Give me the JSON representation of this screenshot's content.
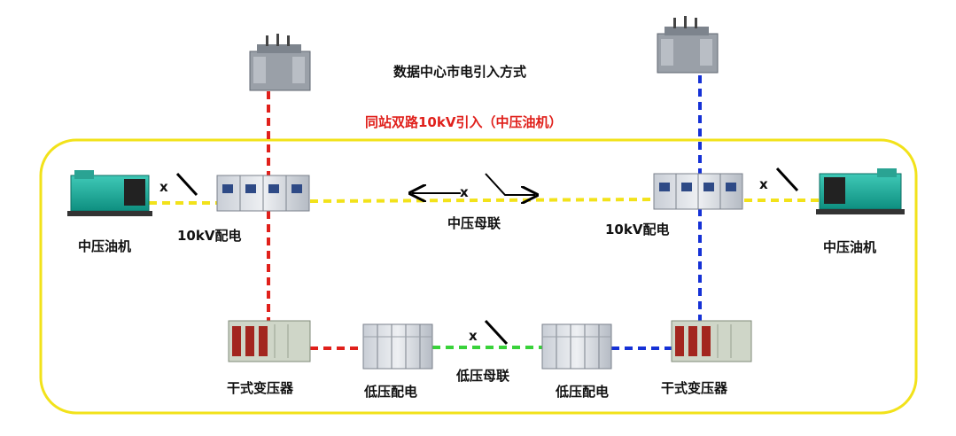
{
  "title": "数据中心市电引入方式",
  "subtitle": "同站双路10kV引入（中压油机）",
  "labels": {
    "mv_generator_left": "中压油机",
    "mv_generator_right": "中压油机",
    "switchgear_10kv_left": "10kV配电",
    "switchgear_10kv_right": "10kV配电",
    "mv_bus_tie": "中压母联",
    "dry_transformer_left": "干式变压器",
    "dry_transformer_right": "干式变压器",
    "lv_panel_left": "低压配电",
    "lv_panel_right": "低压配电",
    "lv_bus_tie": "低压母联"
  },
  "open_switch_mark": "x",
  "colors": {
    "feed_a": "#e0201b",
    "feed_b": "#1531d6",
    "mv_bus": "#f2e21a",
    "lv_bus_tie": "#39d23a",
    "enclosure": "#f2e21a",
    "subtitle": "#e0201b"
  }
}
